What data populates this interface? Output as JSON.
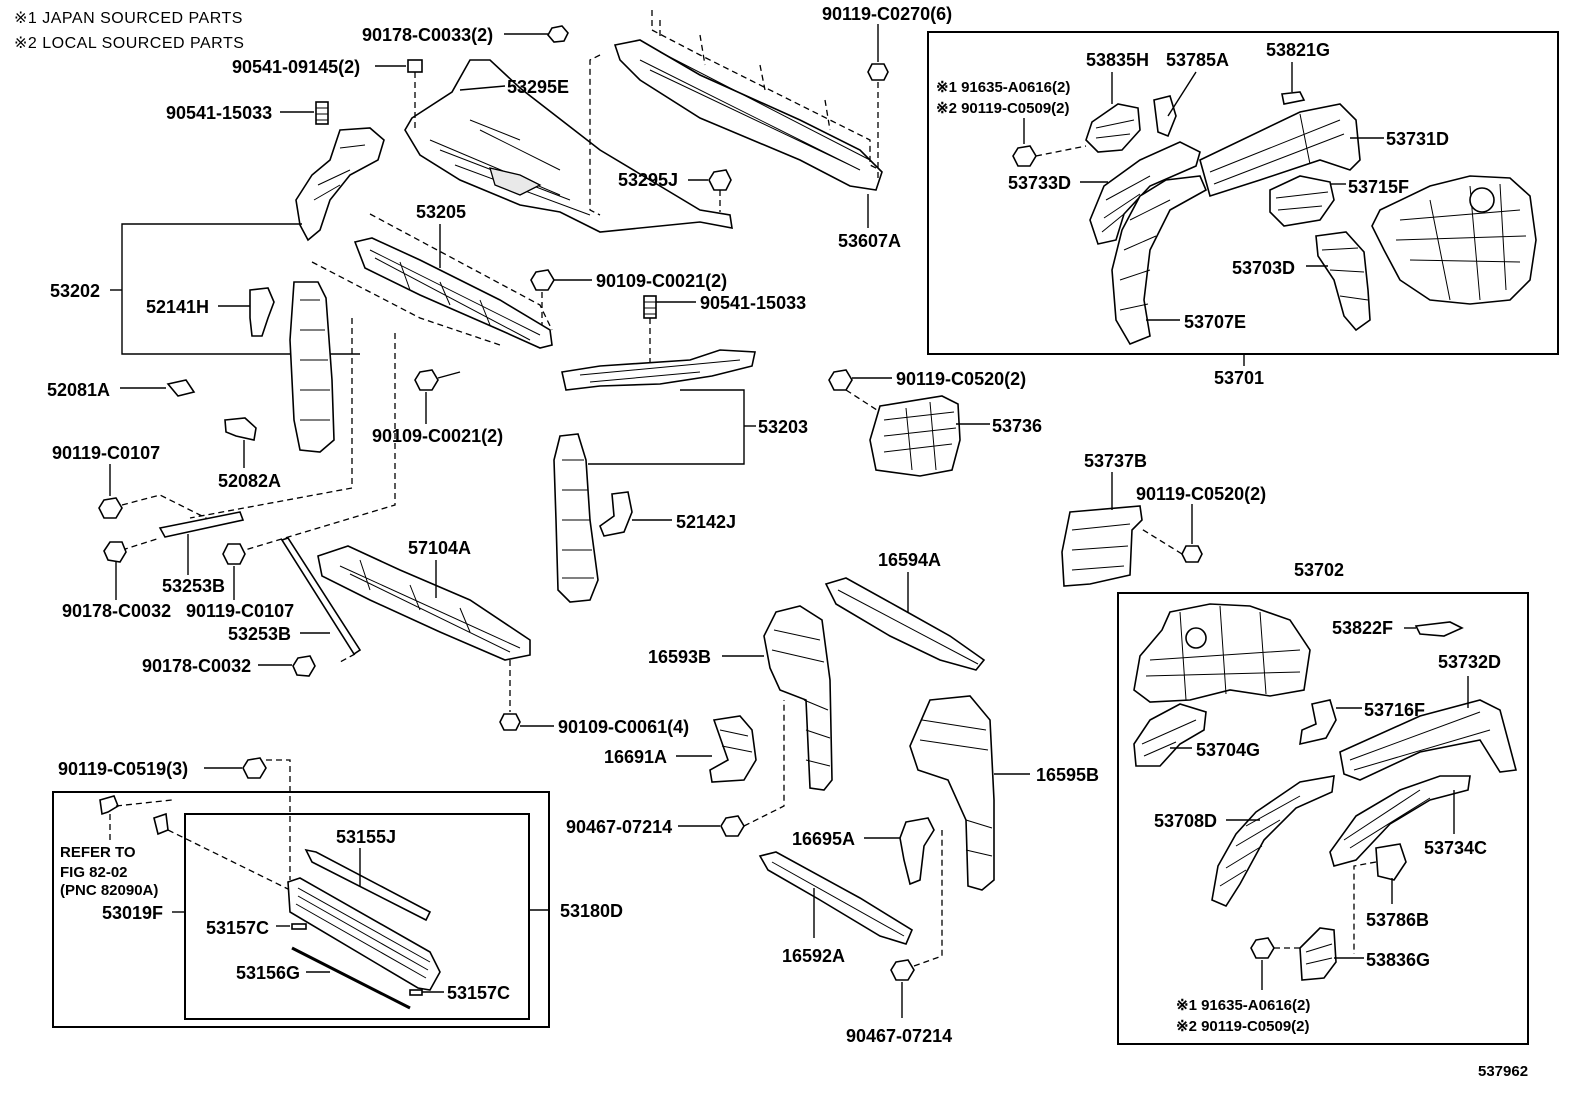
{
  "notes": [
    "※1 JAPAN SOURCED PARTS",
    "※2 LOCAL SOURCED PARTS"
  ],
  "labels": {
    "p90178_C0033": "90178-C0033(2)",
    "p90541_09145": "90541-09145(2)",
    "p90541_15033_a": "90541-15033",
    "p53295E": "53295E",
    "p53205": "53205",
    "p53202": "53202",
    "p52141H": "52141H",
    "p52081A": "52081A",
    "p52082A": "52082A",
    "p90119_C0107_a": "90119-C0107",
    "p53253B_a": "53253B",
    "p90178_C0032_a": "90178-C0032",
    "p90119_C0107_b": "90119-C0107",
    "p53253B_b": "53253B",
    "p90178_C0032_b": "90178-C0032",
    "p57104A": "57104A",
    "p90109_C0021_a": "90109-C0021(2)",
    "p90109_C0021_b": "90109-C0021(2)",
    "p90541_15033_b": "90541-15033",
    "p53295J": "53295J",
    "p90119_C0270": "90119-C0270(6)",
    "p53607A": "53607A",
    "p53203": "53203",
    "p52142J": "52142J",
    "p90109_C0061": "90109-C0061(4)",
    "p90119_C0519": "90119-C0519(3)",
    "refer_line1": "REFER TO",
    "refer_line2": "FIG 82-02",
    "refer_line3": "(PNC 82090A)",
    "p53019F": "53019F",
    "p53155J": "53155J",
    "p53157C_a": "53157C",
    "p53156G": "53156G",
    "p53157C_b": "53157C",
    "p53180D": "53180D",
    "p16593B": "16593B",
    "p16691A": "16691A",
    "p90467_07214_a": "90467-07214",
    "p16594A": "16594A",
    "p16695A": "16695A",
    "p16595B": "16595B",
    "p16592A": "16592A",
    "p90467_07214_b": "90467-07214",
    "p90119_C0520_a": "90119-C0520(2)",
    "p53736": "53736",
    "p53737B": "53737B",
    "p90119_C0520_b": "90119-C0520(2)",
    "p53835H": "53835H",
    "p53785A": "53785A",
    "p53821G": "53821G",
    "p91635_A0616_a": "※1 91635-A0616(2)",
    "p90119_C0509_a": "※2 90119-C0509(2)",
    "p53731D": "53731D",
    "p53733D": "53733D",
    "p53715F": "53715F",
    "p53703D": "53703D",
    "p53707E": "53707E",
    "p53701": "53701",
    "p53702": "53702",
    "p53822F": "53822F",
    "p53732D": "53732D",
    "p53716F": "53716F",
    "p53704G": "53704G",
    "p53708D": "53708D",
    "p53734C": "53734C",
    "p53786B": "53786B",
    "p53836G": "53836G",
    "p91635_A0616_b": "※1 91635-A0616(2)",
    "p90119_C0509_b": "※2 90119-C0509(2)",
    "drawing_no": "537962"
  }
}
